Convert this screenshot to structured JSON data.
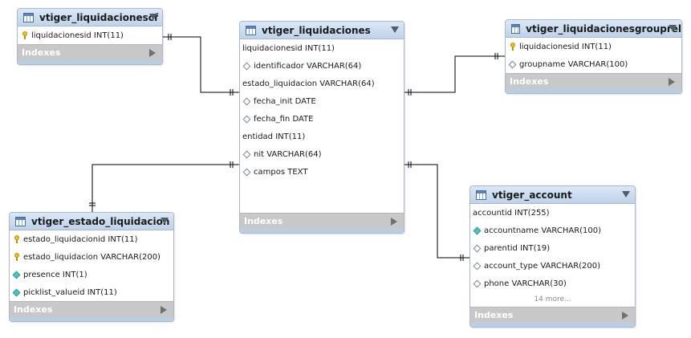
{
  "tables": {
    "liquidacionescf": {
      "title": "vtiger_liquidacionescf",
      "columns": [
        {
          "text": "liquidacionesid INT(11)",
          "icon": "primary-key-icon"
        }
      ],
      "indexes_label": "Indexes"
    },
    "liquidaciones": {
      "title": "vtiger_liquidaciones",
      "columns": [
        {
          "text": "liquidacionesid INT(11)",
          "icon": "none"
        },
        {
          "text": "identificador VARCHAR(64)",
          "icon": "nullable-column-icon"
        },
        {
          "text": "estado_liquidacion VARCHAR(64)",
          "icon": "none"
        },
        {
          "text": "fecha_init DATE",
          "icon": "nullable-column-icon"
        },
        {
          "text": "fecha_fin DATE",
          "icon": "nullable-column-icon"
        },
        {
          "text": "entidad INT(11)",
          "icon": "none"
        },
        {
          "text": "nit VARCHAR(64)",
          "icon": "nullable-column-icon"
        },
        {
          "text": "campos TEXT",
          "icon": "nullable-column-icon"
        }
      ],
      "indexes_label": "Indexes"
    },
    "liquidacionesgrouprel": {
      "title": "vtiger_liquidacionesgrouprel",
      "columns": [
        {
          "text": "liquidacionesid INT(11)",
          "icon": "primary-key-icon"
        },
        {
          "text": "groupname VARCHAR(100)",
          "icon": "nullable-column-icon"
        }
      ],
      "indexes_label": "Indexes"
    },
    "estado_liquidacion": {
      "title": "vtiger_estado_liquidacion",
      "columns": [
        {
          "text": "estado_liquidacionid INT(11)",
          "icon": "primary-key-icon"
        },
        {
          "text": "estado_liquidacion VARCHAR(200)",
          "icon": "primary-key-icon"
        },
        {
          "text": "presence INT(1)",
          "icon": "not-null-column-icon"
        },
        {
          "text": "picklist_valueid INT(11)",
          "icon": "not-null-column-icon"
        }
      ],
      "indexes_label": "Indexes"
    },
    "account": {
      "title": "vtiger_account",
      "columns": [
        {
          "text": "accountid INT(255)",
          "icon": "none"
        },
        {
          "text": "accountname VARCHAR(100)",
          "icon": "not-null-column-icon"
        },
        {
          "text": "parentid INT(19)",
          "icon": "nullable-column-icon"
        },
        {
          "text": "account_type VARCHAR(200)",
          "icon": "nullable-column-icon"
        },
        {
          "text": "phone VARCHAR(30)",
          "icon": "nullable-column-icon"
        }
      ],
      "more_label": "14 more...",
      "indexes_label": "Indexes"
    }
  },
  "colors": {
    "header": "#c9dbef",
    "border": "#a9b9cc",
    "footer": "#c8c8c8",
    "key": "#e9c11d",
    "not_null": "#49c6c4",
    "connector": "#000000"
  }
}
